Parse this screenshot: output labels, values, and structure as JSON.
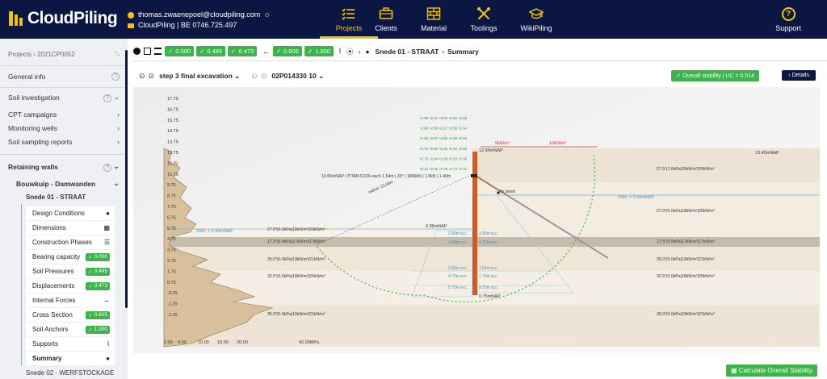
{
  "app": {
    "name": "CloudPiling"
  },
  "account": {
    "email": "thomas.zwaenepoel@cloudpiling.com",
    "company": "CloudPiling | BE 0746.725.497"
  },
  "nav": {
    "projects": "Projects",
    "clients": "Clients",
    "material": "Material",
    "toolings": "Toolings",
    "wikipiling": "WikiPiling",
    "support": "Support"
  },
  "sidebar": {
    "project": "Projects › 2021CP0052",
    "general": "General info",
    "soil": "Soil investigation",
    "cpt": "CPT campaigns",
    "wells": "Monitoring wells",
    "sampling": "Soil sampling reports",
    "retaining": "Retaining walls",
    "bouwkuip": "Bouwkuip - Damwanden",
    "snede1": "Snede 01 - STRAAT",
    "design": "Design Conditions",
    "dimensions": "Dimensions",
    "phases": "Construction Phases",
    "bearing": "Bearing capacity",
    "bearing_v": "0.000",
    "pressures": "Soil Pressures",
    "pressures_v": "0.495",
    "displacements": "Displacements",
    "displacements_v": "0.473",
    "forces": "Internal Forces",
    "cross": "Cross Section",
    "cross_v": "0.605",
    "anchors": "Soil Anchors",
    "anchors_v": "1.000",
    "supports": "Supports",
    "summary": "Summary",
    "snede2": "Snede 02 - WERFSTOCKAGE"
  },
  "toolbar": {
    "b1": "0.000",
    "b2": "0.485",
    "b3": "0.473",
    "b4": "0.605",
    "b5": "1.000",
    "crumb1": "Snede 01 - STRAAT",
    "crumb2": "Summary"
  },
  "subbar": {
    "phase": "step 3 final excavation",
    "cpt": "02P014330 10",
    "stability": "Overall stability | UC = 0.514",
    "details": "Details"
  },
  "calc": "Calculate Overall Stability",
  "chart": {
    "yticks": [
      "17.75",
      "16.75",
      "15.75",
      "14.75",
      "13.75",
      "12.75",
      "11.75",
      "10.75",
      "9.75",
      "8.75",
      "7.75",
      "6.75",
      "5.75",
      "4.75",
      "3.75",
      "2.75",
      "1.75",
      "0.75",
      "-0.25",
      "-1.25",
      "-2.25"
    ],
    "xticks": [
      "0.00",
      "4.00",
      "10.00",
      "15.00",
      "20.00",
      "40.00MPa"
    ],
    "layers_left": [
      "27.0°|0.0kPa|18kN/m³|20kN/m³",
      "17.5°|5.0kPa|17kN/m³|17kN/m³",
      "35.0°|0.0kPa|19kN/m³|21kN/m³",
      "32.5°|0.0kPa|18kN/m³|20kN/m³",
      "35.0°|0.0kPa|19kN/m³|21kN/m³"
    ],
    "layers_right": [
      "27.5°|1.0kPa|20kN/m³|20kN/m³",
      "27.0°|0.0kPa|18kN/m³|20kN/m³",
      "17.5°|5.0kPa|17kN/m³|17kN/m³",
      "35.0°|0.0kPa|19kN/m³|21kN/m³",
      "32.5°|0.0kPa|18kN/m³|20kN/m³",
      "35.0°|0.0kPa|19kN/m³|21kN/m³"
    ],
    "top_right": "13.45mNAP",
    "wall_top": "12.95mNAP",
    "excav": "6.95mNAP",
    "toe": "0.75mNAP",
    "gwl_left": "GWL = 6.45mNAP",
    "gwl_right": "GWL = 9.50mNAP",
    "load1": "5kN/m²",
    "load2": "10kN/m²",
    "anchor": "10.65mNAP | TITAN 52/26 each 1.54m | 30° | 1800kN | 1.5kN | 1.40m",
    "fix": "fix point",
    "radius": "radius: 13.58m",
    "wc": [
      "0.90m w.c.",
      "3.95m w.c.",
      "1.90m w.c.",
      "4.70m w.c.",
      "3.96m w.c.",
      "7.01m w.c.",
      "4.70m w.c.",
      "7.75m w.c.",
      "5.70m w.c.",
      "8.75m w.c."
    ],
    "grid": [
      "2.66",
      "2.62",
      "2.56",
      "2.62",
      "2.68",
      "2.66",
      "2.59",
      "2.57",
      "2.59",
      "2.64",
      "2.66",
      "2.57",
      "2.55",
      "2.56",
      "2.62",
      "2.70",
      "2.60",
      "2.55",
      "2.54",
      "2.60",
      "2.76",
      "2.64",
      "2.56",
      "2.53",
      "2.58",
      "3.14",
      "2.92",
      "2.79",
      "2.73",
      "2.71"
    ]
  }
}
